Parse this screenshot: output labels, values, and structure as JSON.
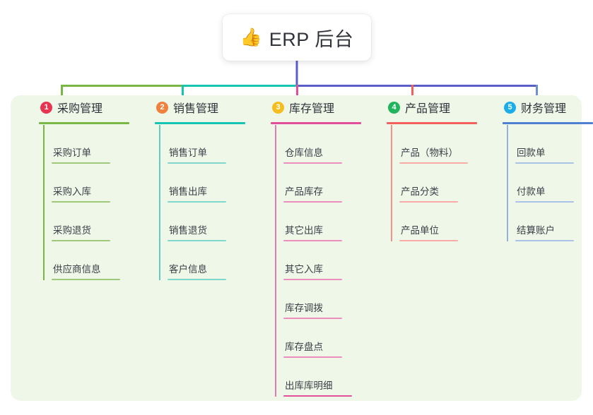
{
  "diagram": {
    "type": "mind-map",
    "title": "ERP 后台",
    "root": {
      "icon": "thumbs-up-icon",
      "emoji": "👍",
      "label": "ERP 后台"
    },
    "panel_color": "#eef7e8",
    "trunk_color": "#5a5fc8",
    "branches": [
      {
        "index": "1",
        "label": "采购管理",
        "badge_color": "#e8344e",
        "line_color": "#78b743",
        "children": [
          {
            "label": "采购订单"
          },
          {
            "label": "采购入库"
          },
          {
            "label": "采购退货"
          },
          {
            "label": "供应商信息"
          }
        ]
      },
      {
        "index": "2",
        "label": "销售管理",
        "badge_color": "#f0813c",
        "line_color": "#17c4b1",
        "children": [
          {
            "label": "销售订单"
          },
          {
            "label": "销售出库"
          },
          {
            "label": "销售退货"
          },
          {
            "label": "客户信息"
          }
        ]
      },
      {
        "index": "3",
        "label": "库存管理",
        "badge_color": "#f5bd1f",
        "line_color": "#e34f9a",
        "children": [
          {
            "label": "仓库信息"
          },
          {
            "label": "产品库存"
          },
          {
            "label": "其它出库"
          },
          {
            "label": "其它入库"
          },
          {
            "label": "库存调拨"
          },
          {
            "label": "库存盘点"
          },
          {
            "label": "出库库明细"
          }
        ]
      },
      {
        "index": "4",
        "label": "产品管理",
        "badge_color": "#21b45c",
        "line_color": "#f4615c",
        "children": [
          {
            "label": "产品（物料）"
          },
          {
            "label": "产品分类"
          },
          {
            "label": "产品单位"
          }
        ]
      },
      {
        "index": "5",
        "label": "财务管理",
        "badge_color": "#1badea",
        "line_color": "#6f8fd4",
        "children": [
          {
            "label": "回款单"
          },
          {
            "label": "付款单"
          },
          {
            "label": "结算账户"
          }
        ]
      }
    ]
  }
}
